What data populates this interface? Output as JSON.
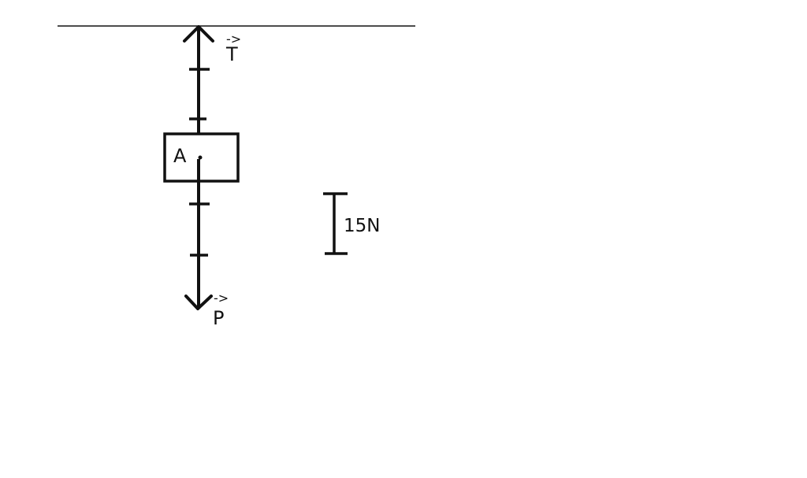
{
  "diagram": {
    "vector_top": {
      "label": "T",
      "arrow_mark": "->"
    },
    "vector_bottom": {
      "label": "P",
      "arrow_mark": "->"
    },
    "body_label": "A",
    "scale_label": "15N",
    "colors": {
      "ink": "#111111",
      "background": "#ffffff"
    }
  }
}
